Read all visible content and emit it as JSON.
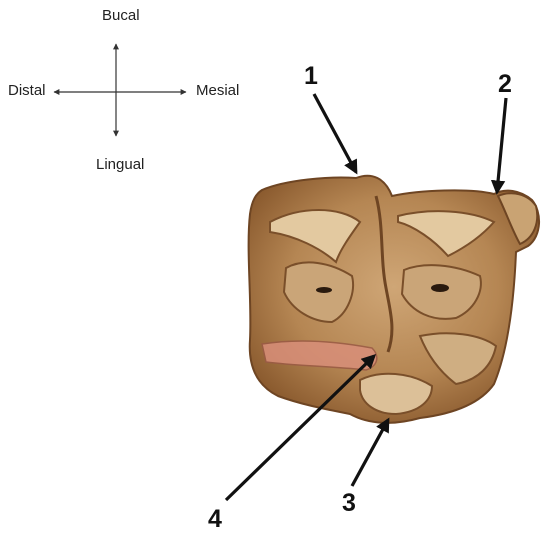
{
  "orientation": {
    "bucal": "Bucal",
    "lingual": "Lingual",
    "distal": "Distal",
    "mesial": "Mesial"
  },
  "callouts": {
    "one": "1",
    "two": "2",
    "three": "3",
    "four": "4"
  },
  "specimen": {
    "subject": "tooth-occlusal-photo",
    "colors": {
      "enamel": "#b88a5a",
      "dentine": "#d9b88a",
      "root_edge": "#8a5a2e",
      "pink_band": "#d98f7a"
    }
  }
}
